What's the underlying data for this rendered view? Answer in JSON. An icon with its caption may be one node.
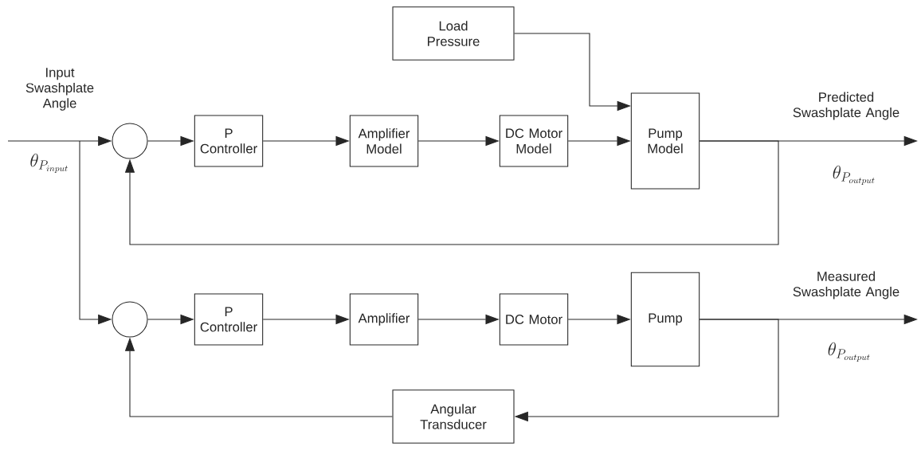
{
  "diagram": {
    "nodes": [
      {
        "text": [
          "Load Pressure"
        ]
      },
      {
        "text": [],
        "shape": "circle"
      },
      {
        "text": [
          "P Controller"
        ]
      },
      {
        "text": [
          "Amplifier Model"
        ]
      },
      {
        "text": [
          "DC Motor Model"
        ]
      },
      {
        "text": [
          "Pump Model"
        ]
      },
      {
        "text": [],
        "shape": "circle"
      },
      {
        "text": [
          "P Controller"
        ]
      },
      {
        "text": [
          "Amplifier"
        ]
      },
      {
        "text": [
          "DC Motor"
        ]
      },
      {
        "text": [
          "Pump"
        ]
      },
      {
        "text": [
          "Angular Transducer"
        ]
      }
    ],
    "edges": [
      {
        "from": null,
        "to": 1,
        "arrow": "to"
      },
      {
        "from": null,
        "to": 6,
        "arrow": "to"
      },
      {
        "from": 1,
        "to": 2,
        "arrow": "to"
      },
      {
        "from": 2,
        "to": 3,
        "arrow": "to"
      },
      {
        "from": 3,
        "to": 4,
        "arrow": "to"
      },
      {
        "from": 4,
        "to": 5,
        "arrow": "to"
      },
      {
        "from": 0,
        "to": 5,
        "arrow": "to"
      },
      {
        "from": 5,
        "to": null,
        "arrow": "to"
      },
      {
        "from": 5,
        "to": 1,
        "arrow": "to"
      },
      {
        "from": 6,
        "to": 7,
        "arrow": "to"
      },
      {
        "from": 7,
        "to": 8,
        "arrow": "to"
      },
      {
        "from": 8,
        "to": 9,
        "arrow": "to"
      },
      {
        "from": 9,
        "to": 10,
        "arrow": "to"
      },
      {
        "from": 10,
        "to": null,
        "arrow": "to"
      },
      {
        "from": 10,
        "to": 11,
        "arrow": "to"
      },
      {
        "from": 11,
        "to": 6,
        "arrow": "to"
      }
    ],
    "labels": [
      "Input Swashplate Angle",
      "\\theta_{P_{input}}",
      "Predicted Swashplate Angle",
      "\\theta_{P_{output}}",
      "Measured Swashplate Angle",
      "\\theta_{P_{output}}"
    ]
  }
}
